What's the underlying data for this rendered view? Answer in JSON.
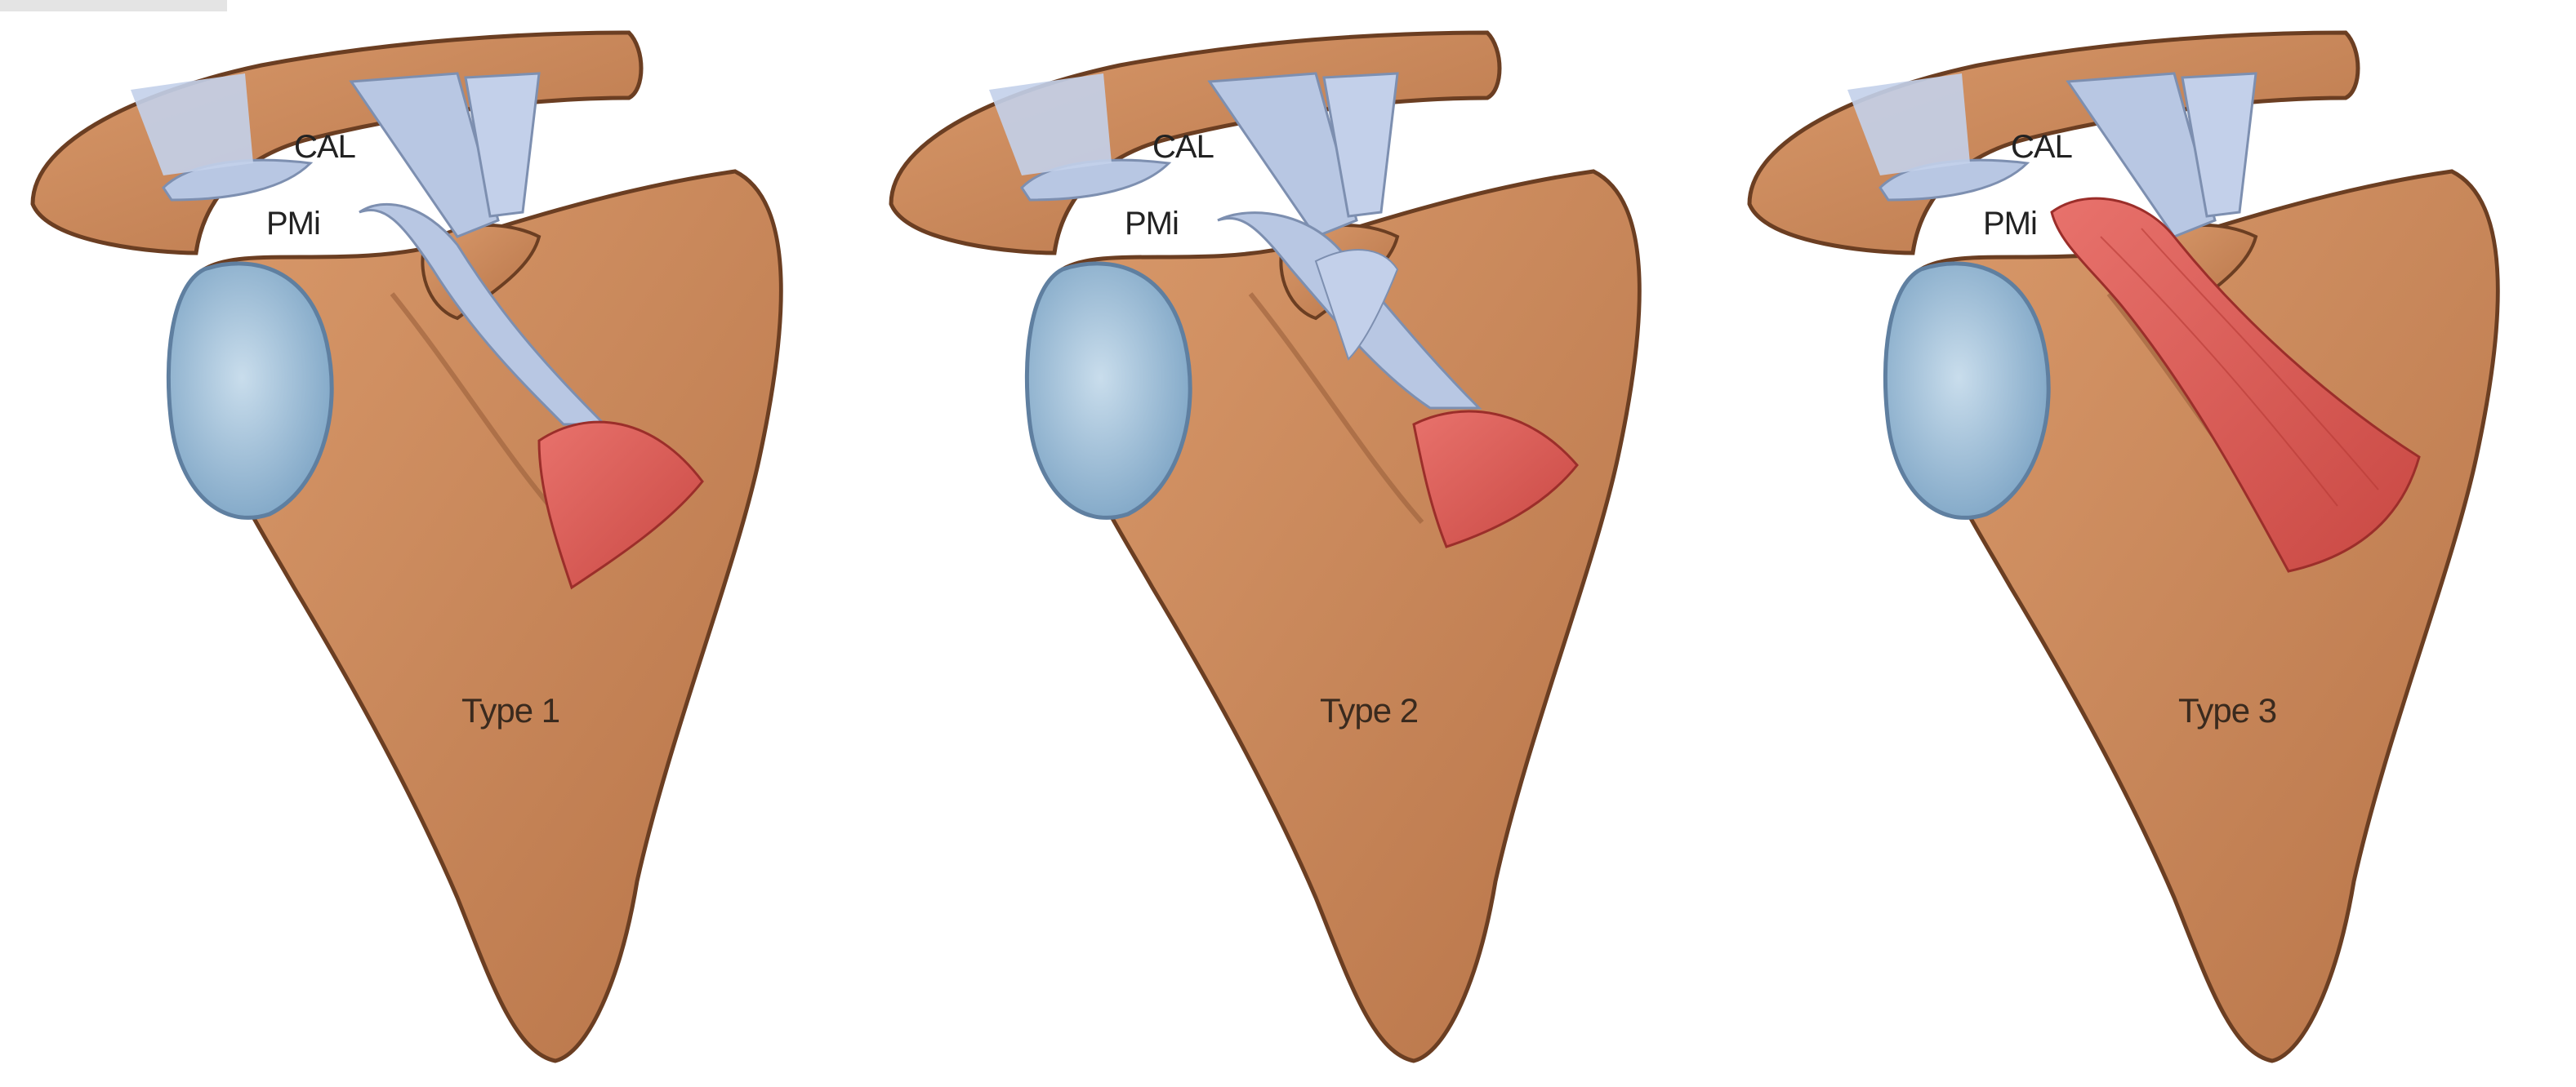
{
  "panels": [
    {
      "type_label": "Type 1",
      "cal_label": "CAL",
      "pmi_label": "PMi",
      "variant": 1
    },
    {
      "type_label": "Type 2",
      "cal_label": "CAL",
      "pmi_label": "PMi",
      "variant": 2
    },
    {
      "type_label": "Type 3",
      "cal_label": "CAL",
      "pmi_label": "PMi",
      "variant": 3
    }
  ],
  "colors": {
    "bone": "#c8875a",
    "bone_dark": "#9a5f3a",
    "cartilage": "#a7c4dc",
    "ligament": "#b8c7e3",
    "muscle": "#de5a55",
    "outline": "#6b3e22"
  }
}
